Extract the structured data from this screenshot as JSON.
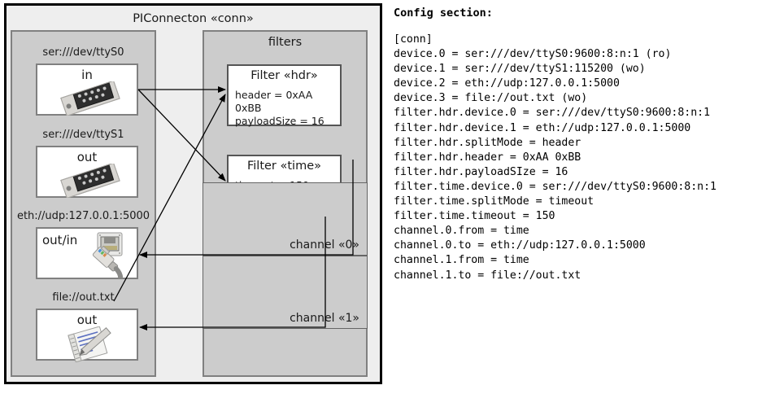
{
  "diagram": {
    "title": "PIConnecton «conn»",
    "devices_panel": {
      "devices": [
        {
          "label": "ser:///dev/ttyS0",
          "io": "in",
          "icon": "serial-port-icon"
        },
        {
          "label": "ser:///dev/ttyS1",
          "io": "out",
          "icon": "serial-port-icon"
        },
        {
          "label": "eth://udp:127.0.0.1:5000",
          "io": "out/in",
          "icon": "ethernet-jack-icon"
        },
        {
          "label": "file://out.txt",
          "io": "out",
          "icon": "text-file-icon"
        }
      ]
    },
    "filters_panel": {
      "title": "filters",
      "filters": [
        {
          "title": "Filter «hdr»",
          "attrs": [
            "header = 0xAA 0xBB",
            "payloadSize = 16"
          ]
        },
        {
          "title": "Filter «time»",
          "attrs": [
            "timeout = 150 ms"
          ]
        }
      ],
      "channels": [
        {
          "label": "channel «0»"
        },
        {
          "label": "channel «1»"
        }
      ]
    }
  },
  "config": {
    "heading": "Config section:",
    "text": "[conn]\ndevice.0 = ser:///dev/ttyS0:9600:8:n:1 (ro)\ndevice.1 = ser:///dev/ttyS1:115200 (wo)\ndevice.2 = eth://udp:127.0.0.1:5000\ndevice.3 = file://out.txt (wo)\nfilter.hdr.device.0 = ser:///dev/ttyS0:9600:8:n:1\nfilter.hdr.device.1 = eth://udp:127.0.0.1:5000\nfilter.hdr.splitMode = header\nfilter.hdr.header = 0xAA 0xBB\nfilter.hdr.payloadSIze = 16\nfilter.time.device.0 = ser:///dev/ttyS0:9600:8:n:1\nfilter.time.splitMode = timeout\nfilter.time.timeout = 150\nchannel.0.from = time\nchannel.0.to = eth://udp:127.0.0.1:5000\nchannel.1.from = time\nchannel.1.to = file://out.txt"
  },
  "colors": {
    "outer_bg": "#eeeeee",
    "panel_bg": "#cccccc",
    "box_bg": "#ffffff",
    "border": "#000000"
  }
}
